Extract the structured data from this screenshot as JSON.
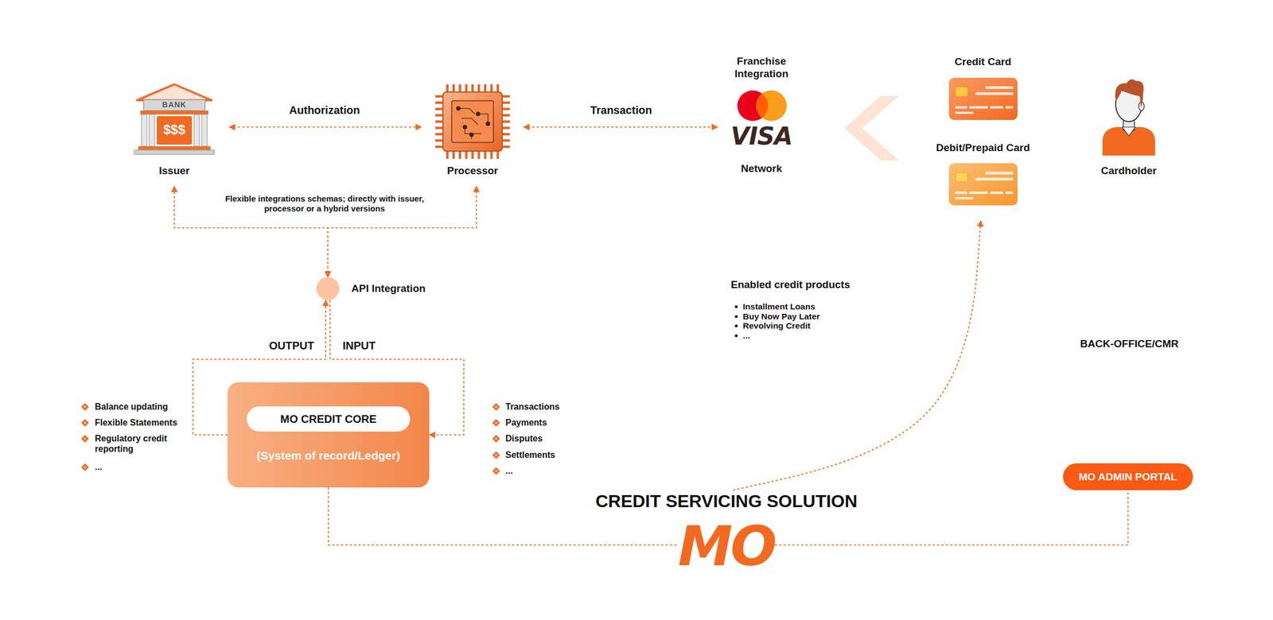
{
  "diagram": {
    "nodes": [
      {
        "text": [
          "BANK",
          "$$$",
          "Issuer"
        ]
      },
      {
        "text": [
          "Processor"
        ]
      },
      {
        "text": [
          "Franchise Integration",
          "VISA",
          "Network"
        ]
      },
      {
        "text": [
          "Credit Card"
        ]
      },
      {
        "text": [
          "Debit/Prepaid Card"
        ]
      },
      {
        "text": [
          "Cardholder"
        ]
      },
      {
        "text": [
          "API Integration"
        ]
      },
      {
        "text": [
          "(System of record/Ledger)"
        ]
      },
      {
        "text": [
          "MO CREDIT CORE"
        ],
        "in": 7
      },
      {
        "text": [
          "CREDIT SERVICING SOLUTION",
          "MO"
        ]
      },
      {
        "text": [
          "MO ADMIN PORTAL"
        ]
      }
    ],
    "edges": [
      {
        "from": 0,
        "to": 1,
        "label": "Authorization",
        "arrow": "both"
      },
      {
        "from": 1,
        "to": 2,
        "label": "Transaction",
        "arrow": "both"
      },
      {
        "from": 6,
        "to": 0,
        "arrow": "both"
      },
      {
        "from": 6,
        "to": 1,
        "arrow": "both"
      },
      {
        "from": 7,
        "to": 6,
        "label": "OUTPUT",
        "arrow": "to"
      },
      {
        "from": 6,
        "to": 7,
        "label": "INPUT",
        "arrow": "to"
      },
      {
        "from": 9,
        "to": 4,
        "arrow": "to"
      },
      {
        "from": 7,
        "to": 9,
        "arrow": "none"
      },
      {
        "from": 9,
        "to": 10,
        "arrow": "none"
      }
    ],
    "labels": [
      "Flexible integrations schemas; directly with issuer, processor or a hybrid versions",
      "Balance updating",
      "Flexible Statements",
      "Regulatory credit reporting",
      "...",
      "Transactions",
      "Payments",
      "Disputes",
      "Settlements",
      "...",
      "Enabled credit products",
      "Installment Loans",
      "Buy Now Pay Later",
      "Revolving Credit",
      "...",
      "BACK-OFFICE/CMR"
    ]
  }
}
